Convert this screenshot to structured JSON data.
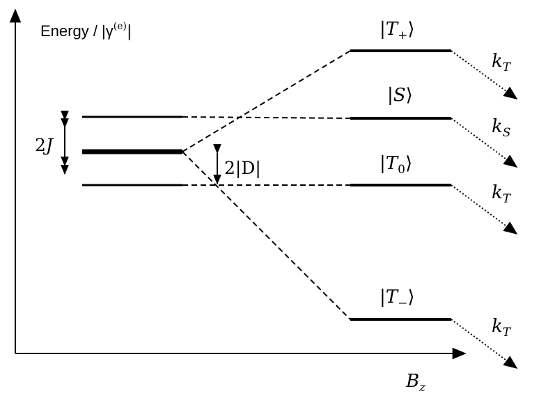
{
  "colors": {
    "ink": "#000000",
    "background": "#ffffff"
  },
  "axes": {
    "y_label_text": "Energy / |γ",
    "y_label_sup": "(e)",
    "y_label_close": "|",
    "x_label_main": "B",
    "x_label_sub": "z"
  },
  "annotations": {
    "j_coef": "2",
    "j_sym": "J",
    "d_text": "2|D|"
  },
  "states": {
    "t_plus": {
      "bar_open": "|",
      "sym": "T",
      "sub": "+",
      "close": "⟩"
    },
    "s": {
      "bar_open": "|",
      "sym": "S",
      "close": "⟩"
    },
    "t_zero": {
      "bar_open": "|",
      "sym": "T",
      "sub": "0",
      "close": "⟩"
    },
    "t_minus": {
      "bar_open": "|",
      "sym": "T",
      "sub": "−",
      "close": "⟩"
    }
  },
  "rates": {
    "k_t_1": {
      "sym": "k",
      "sub": "T"
    },
    "k_s": {
      "sym": "k",
      "sub": "S"
    },
    "k_t_2": {
      "sym": "k",
      "sub": "T"
    },
    "k_t_3": {
      "sym": "k",
      "sub": "T"
    }
  }
}
